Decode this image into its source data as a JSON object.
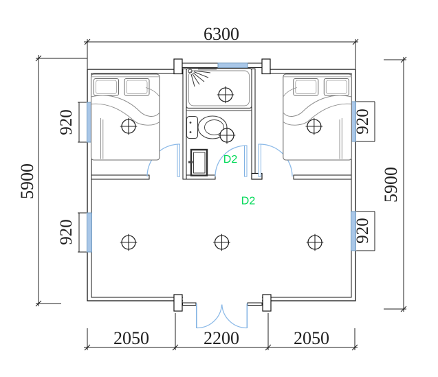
{
  "drawing": {
    "kind": "floor-plan",
    "dim_top": "6300",
    "dim_left": "5900",
    "dim_right": "5900",
    "dim_bottom": [
      "2050",
      "2200",
      "2050"
    ],
    "window_labels": [
      "920",
      "920",
      "920",
      "920"
    ],
    "door_labels": [
      "D2",
      "D2"
    ],
    "symbols": [
      "ceiling-light-symbol",
      "shower-head-icon",
      "toilet-symbol",
      "double-bed-symbol",
      "swing-door-arc",
      "double-entrance-door"
    ],
    "colors": {
      "wall_line": "#161616",
      "dimension_line": "#1f1f1f",
      "furniture_line": "#6b6b6b",
      "fixture_line": "#3c3c3c",
      "window_fill": "#a9c7e8",
      "window_stroke": "#6f98bd",
      "door_blue": "#7fb1e3",
      "door_label_green": "#00d957",
      "background": "#ffffff"
    }
  }
}
